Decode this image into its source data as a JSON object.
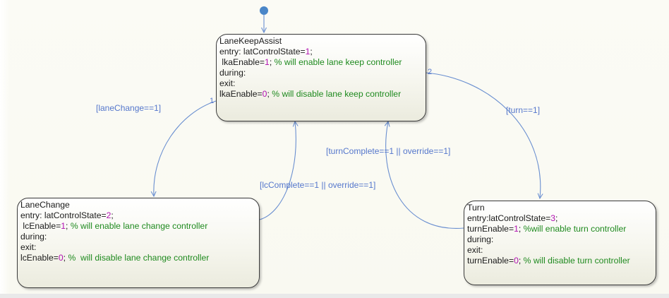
{
  "colors": {
    "wire": "#6a8fd0",
    "guard_text": "#5577cc",
    "number": "#b010b0",
    "comment": "#1f8a1f",
    "default_dot": "#4a86c8"
  },
  "states": {
    "lka": {
      "name": "LaneKeepAssist",
      "line1": {
        "code": "entry: latControlState=",
        "num": "1",
        "tail": ";"
      },
      "line2": {
        "code": " lkaEnable=",
        "num": "1",
        "tail": "; ",
        "comment": "% will enable lane keep controller"
      },
      "line3": {
        "code": "during:"
      },
      "line4": {
        "code": "exit:"
      },
      "line5": {
        "code": "lkaEnable=",
        "num": "0",
        "tail": "; ",
        "comment": "% will disable lane keep controller"
      }
    },
    "lanechange": {
      "name": "LaneChange",
      "line1": {
        "code": "entry: latControlState=",
        "num": "2",
        "tail": ";"
      },
      "line2": {
        "code": " lcEnable=",
        "num": "1",
        "tail": "; ",
        "comment": "% will enable lane change controller"
      },
      "line3": {
        "code": "during:"
      },
      "line4": {
        "code": "exit:"
      },
      "line5": {
        "code": "lcEnable=",
        "num": "0",
        "tail": "; ",
        "comment": "%  will disable lane change controller"
      }
    },
    "turn": {
      "name": "Turn",
      "line1": {
        "code": "entry:latControlState=",
        "num": "3",
        "tail": ";"
      },
      "line2": {
        "code": "turnEnable=",
        "num": "1",
        "tail": "; ",
        "comment": "%will enable turn controller"
      },
      "line3": {
        "code": "during:"
      },
      "line4": {
        "code": "exit:"
      },
      "line5": {
        "code": "turnEnable=",
        "num": "0",
        "tail": "; ",
        "comment": "% will disable turn controller"
      }
    }
  },
  "transitions": {
    "to_lanechange": {
      "guard": "[laneChange==1]",
      "order": "1"
    },
    "to_turn": {
      "guard": "[turn==1]",
      "order": "2"
    },
    "lc_back": {
      "guard": "[lcComplete==1 || override==1]"
    },
    "turn_back": {
      "guard": "[turnComplete==1 || override==1]"
    }
  }
}
